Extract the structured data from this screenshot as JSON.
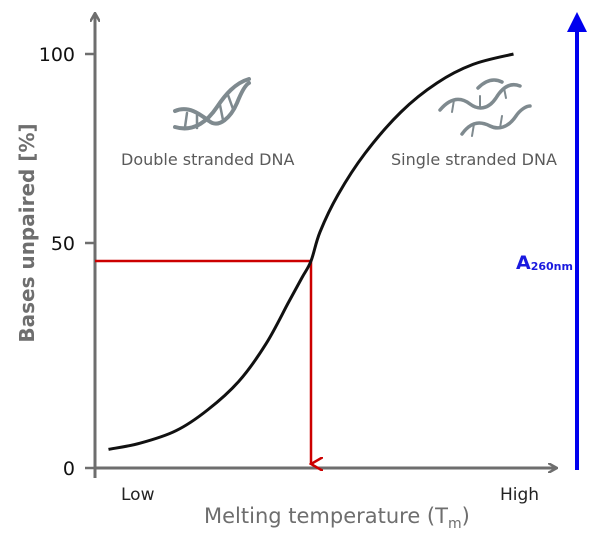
{
  "chart_data": {
    "type": "line",
    "xlabel_main": "Melting temperature (T",
    "xlabel_sub": "m",
    "xlabel_close": ")",
    "ylabel": "Bases unpaired [%]",
    "ylim": [
      0,
      100
    ],
    "xlim": [
      0,
      1
    ],
    "y_ticks": [
      "0",
      "50",
      "100"
    ],
    "x_end_labels": {
      "low": "Low",
      "high": "High"
    },
    "series": [
      {
        "color": "#111111",
        "points": [
          [
            0.03,
            4.5
          ],
          [
            0.1,
            6.0
          ],
          [
            0.18,
            9.0
          ],
          [
            0.25,
            14.0
          ],
          [
            0.32,
            21.0
          ],
          [
            0.38,
            30.0
          ],
          [
            0.43,
            40.0
          ],
          [
            0.46,
            46.0
          ],
          [
            0.48,
            50.0
          ],
          [
            0.5,
            57.0
          ],
          [
            0.54,
            66.0
          ],
          [
            0.6,
            76.0
          ],
          [
            0.68,
            86.0
          ],
          [
            0.76,
            93.0
          ],
          [
            0.84,
            97.5
          ],
          [
            0.93,
            100.0
          ]
        ]
      }
    ],
    "tm_marker": {
      "x": 0.48,
      "y": 50,
      "color": "#cc0000"
    },
    "annotations": {
      "left": "Double stranded DNA",
      "right": "Single stranded DNA"
    },
    "secondary_axis": {
      "color": "#0000ee",
      "label_main": "A",
      "label_sub": "260nm"
    }
  },
  "colors": {
    "axis": "#6e6e6e",
    "curve": "#111111",
    "marker": "#cc0000",
    "absorbance_arrow": "#0000ee",
    "dna_icon": "#7f8a8f"
  },
  "icons": {
    "left": "double-helix-icon",
    "right": "separated-strands-icon"
  }
}
